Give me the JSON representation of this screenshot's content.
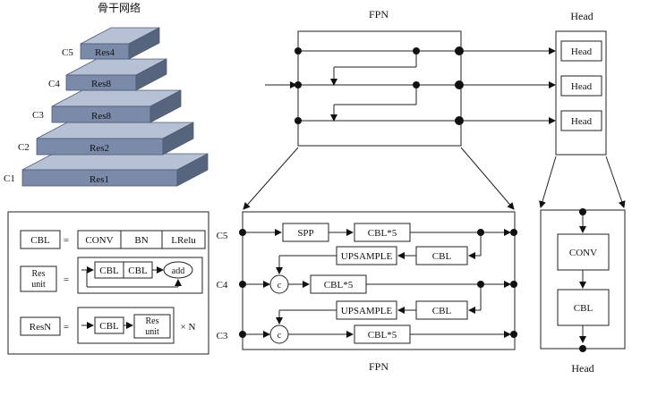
{
  "backbone": {
    "title": "骨干网络",
    "levels": [
      {
        "level": "C5",
        "block": "Res4"
      },
      {
        "level": "C4",
        "block": "Res8"
      },
      {
        "level": "C3",
        "block": "Res8"
      },
      {
        "level": "C2",
        "block": "Res2"
      },
      {
        "level": "C1",
        "block": "Res1"
      }
    ]
  },
  "fpn_top": {
    "title": "FPN"
  },
  "head_col": {
    "title": "Head",
    "heads": [
      "Head",
      "Head",
      "Head"
    ]
  },
  "fpn_detail": {
    "title": "FPN",
    "levels": [
      "C5",
      "C4",
      "C3"
    ],
    "spp": "SPP",
    "cbl5_top": "CBL*5",
    "upsample_1": "UPSAMPLE",
    "cbl_1": "CBL",
    "concat_1": "c",
    "cbl5_mid": "CBL*5",
    "upsample_2": "UPSAMPLE",
    "cbl_2": "CBL",
    "concat_2": "c",
    "cbl5_bot": "CBL*5"
  },
  "head_detail": {
    "conv": "CONV",
    "cbl": "CBL",
    "title": "Head"
  },
  "legend": {
    "cbl": {
      "name": "CBL",
      "eq": "=",
      "parts": [
        "CONV",
        "BN",
        "LRelu"
      ]
    },
    "res_unit": {
      "name_line1": "Res",
      "name_line2": "unit",
      "eq": "=",
      "cbl_a": "CBL",
      "cbl_b": "CBL",
      "add": "add"
    },
    "resn": {
      "name": "ResN",
      "eq": "=",
      "cbl": "CBL",
      "res_line1": "Res",
      "res_line2": "unit",
      "times": "× N"
    }
  }
}
